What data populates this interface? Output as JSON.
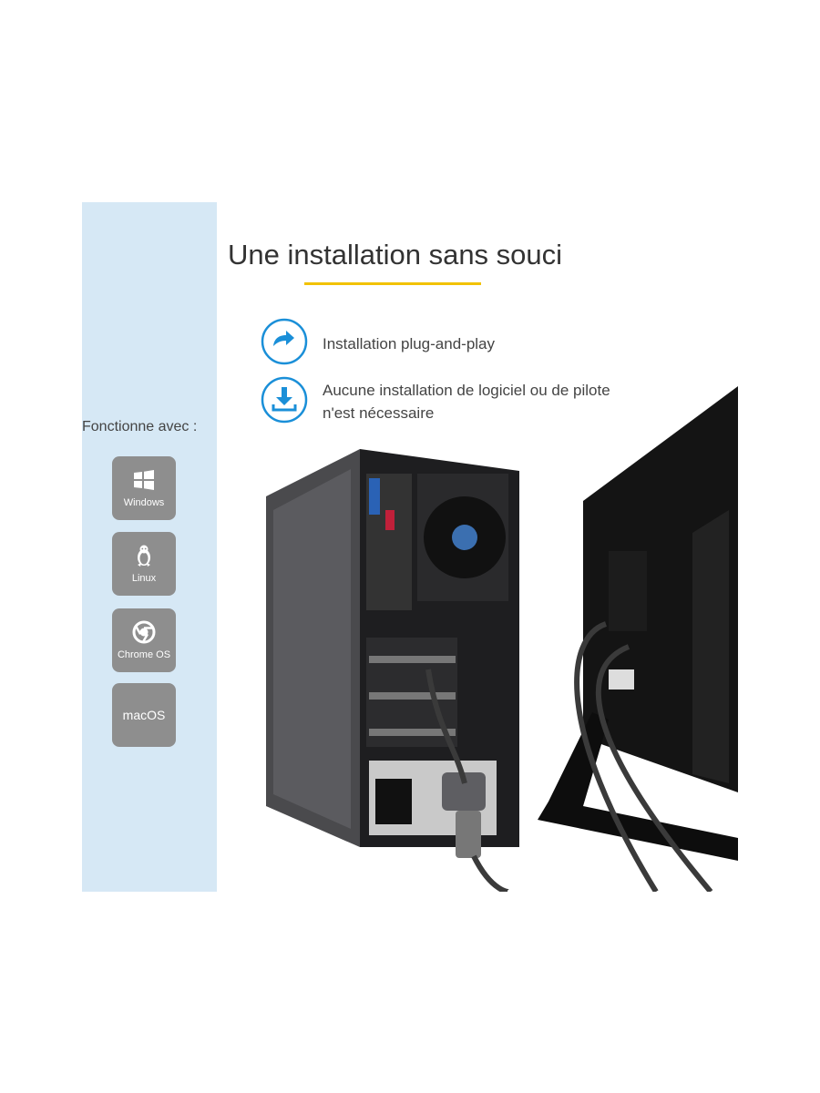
{
  "header": {
    "title": "Une installation sans souci",
    "accent_color": "#f2c200"
  },
  "features": [
    {
      "icon": "arrow-forward-icon",
      "text": "Installation plug-and-play"
    },
    {
      "icon": "download-icon",
      "text": "Aucune installation de logiciel ou de pilote\nn'est nécessaire"
    }
  ],
  "sidebar": {
    "heading": "Fonctionne avec :",
    "background": "#d6e8f5",
    "os": [
      {
        "icon": "windows-icon",
        "label": "Windows"
      },
      {
        "icon": "linux-icon",
        "label": "Linux"
      },
      {
        "icon": "chrome-icon",
        "label": "Chrome OS"
      },
      {
        "icon": "",
        "label": "macOS"
      }
    ]
  },
  "colors": {
    "icon_blue": "#1a8fd8",
    "tile_gray": "#8e8e8e"
  }
}
